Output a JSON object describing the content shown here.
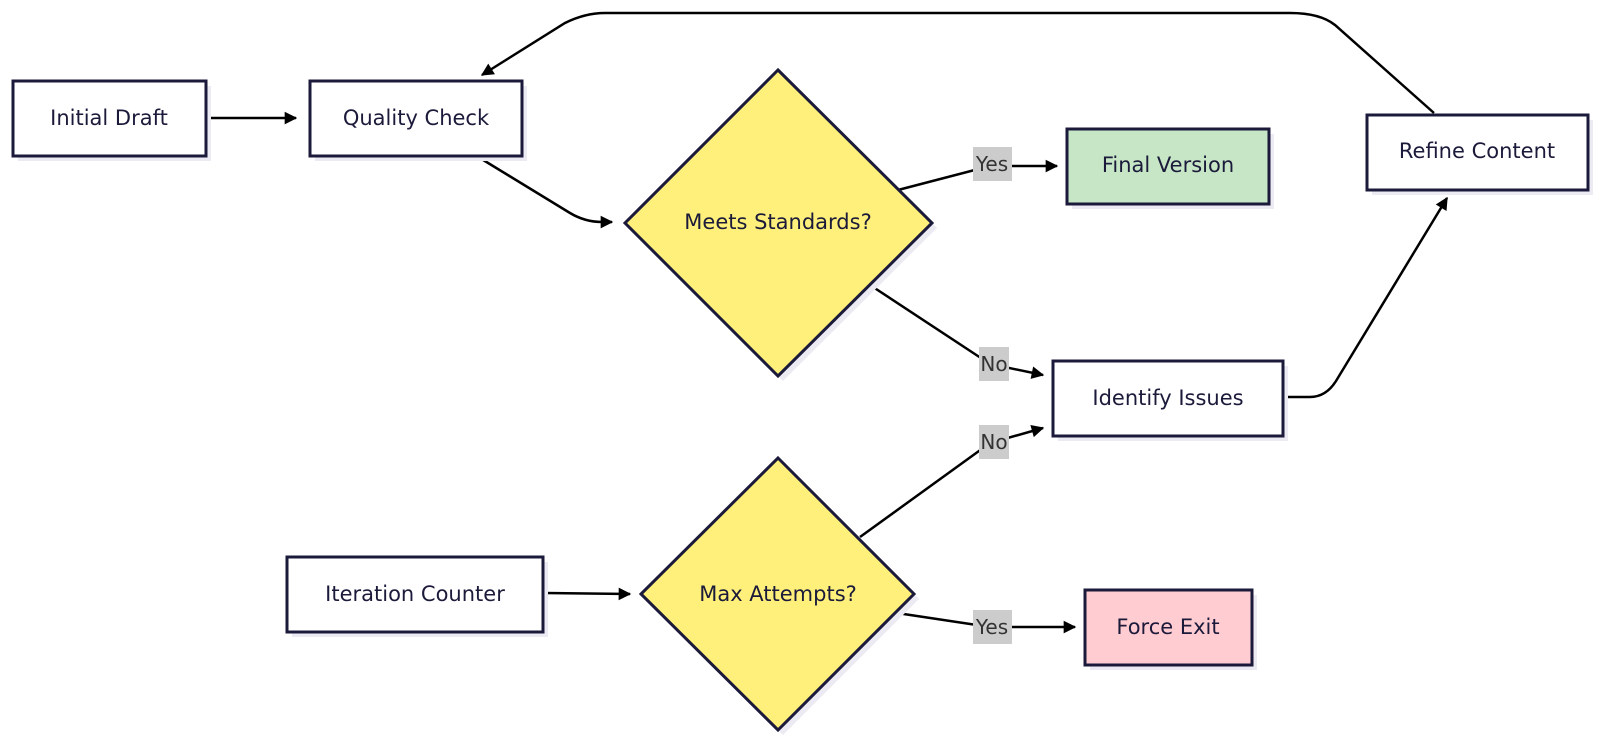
{
  "colors": {
    "process_fill": "#ffffff",
    "decision_fill": "#fef07a",
    "success_fill": "#c6e6c6",
    "error_fill": "#ffccd2",
    "stroke": "#1b1a3a",
    "edge": "#000000",
    "edge_label_bg": "#cccccc"
  },
  "nodes": {
    "initial_draft": "Initial Draft",
    "quality_check": "Quality Check",
    "meets_standards": "Meets Standards?",
    "final_version": "Final Version",
    "refine_content": "Refine Content",
    "identify_issues": "Identify Issues",
    "iteration_counter": "Iteration Counter",
    "max_attempts": "Max Attempts?",
    "force_exit": "Force Exit"
  },
  "edges": {
    "meets_yes": "Yes",
    "meets_no": "No",
    "max_no": "No",
    "max_yes": "Yes"
  }
}
